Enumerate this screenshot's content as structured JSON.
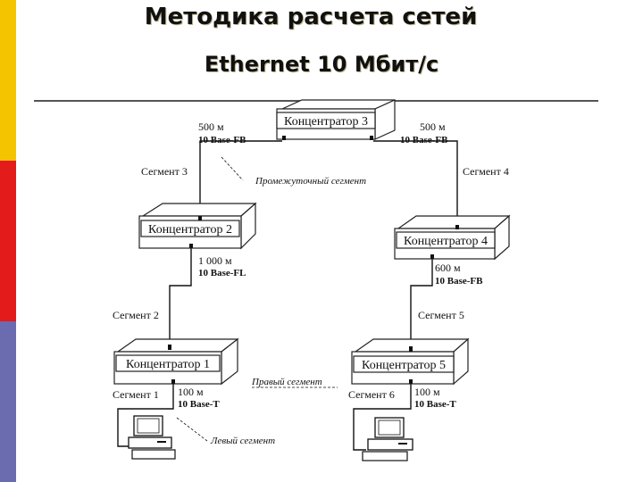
{
  "title_line1": "Методика расчета сетей",
  "title_line2": "Ethernet 10 Мбит/с",
  "hubs": {
    "h1": "Концентратор 1",
    "h2": "Концентратор 2",
    "h3": "Концентратор 3",
    "h4": "Концентратор 4",
    "h5": "Концентратор 5"
  },
  "segments": {
    "s1": "Сегмент 1",
    "s2": "Сегмент 2",
    "s3": "Сегмент 3",
    "s4": "Сегмент 4",
    "s5": "Сегмент 5",
    "s6": "Сегмент 6"
  },
  "links": {
    "h3_left_len": "500 м",
    "h3_left_type": "10 Base-FB",
    "h3_right_len": "500 м",
    "h3_right_type": "10 Base-FB",
    "h2_len": "1 000 м",
    "h2_type": "10 Base-FL",
    "h4_len": "600 м",
    "h4_type": "10 Base-FB",
    "h1_len": "100 м",
    "h1_type": "10 Base-T",
    "h5_len": "100 м",
    "h5_type": "10 Base-T"
  },
  "annotations": {
    "intermediate": "Промежуточный сегмент",
    "right": "Правый сегмент",
    "left": "Левый сегмент"
  },
  "colors": {
    "bar_yellow": "#f5c400",
    "bar_red": "#e31b1b",
    "bar_blue": "#6b6bb0"
  }
}
